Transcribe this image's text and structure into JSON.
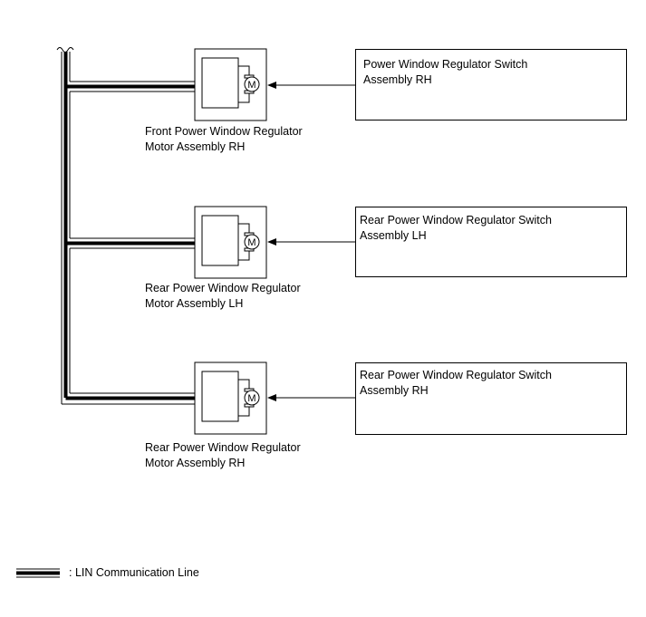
{
  "motors": [
    {
      "label_line1": "Front Power Window Regulator",
      "label_line2": "Motor Assembly RH",
      "motor_symbol": "M",
      "icon": "motor-icon"
    },
    {
      "label_line1": "Rear Power Window Regulator",
      "label_line2": "Motor Assembly LH",
      "motor_symbol": "M",
      "icon": "motor-icon"
    },
    {
      "label_line1": "Rear Power Window Regulator",
      "label_line2": "Motor Assembly RH",
      "motor_symbol": "M",
      "icon": "motor-icon"
    }
  ],
  "switches": [
    {
      "label_line1": "Power Window Regulator Switch",
      "label_line2": "Assembly RH"
    },
    {
      "label_line1": "Rear Power Window Regulator Switch",
      "label_line2": "Assembly LH"
    },
    {
      "label_line1": "Rear Power Window Regulator Switch",
      "label_line2": "Assembly RH"
    }
  ],
  "legend": {
    "text": ": LIN Communication Line"
  },
  "colors": {
    "line": "#000000",
    "background": "#ffffff"
  }
}
